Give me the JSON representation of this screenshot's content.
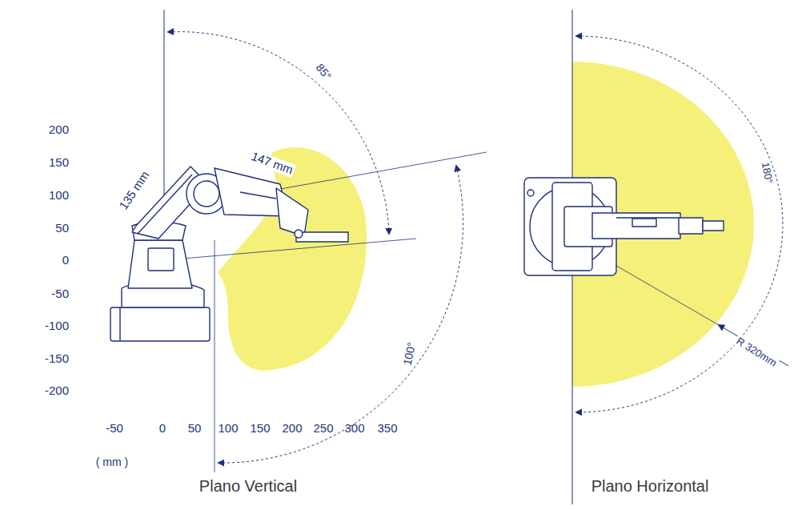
{
  "diagram": {
    "labels": [
      "200",
      "150",
      "100",
      "50",
      "0",
      "-50",
      "-100",
      "-150",
      "-200",
      "-50",
      "0",
      "50",
      "100",
      "150",
      "200",
      "250",
      "300",
      "350",
      "( mm )",
      "135 mm",
      "147 mm",
      "85°",
      "100°",
      "180°",
      "R 320mm",
      "Plano Vertical",
      "Plano Horizontal"
    ]
  }
}
